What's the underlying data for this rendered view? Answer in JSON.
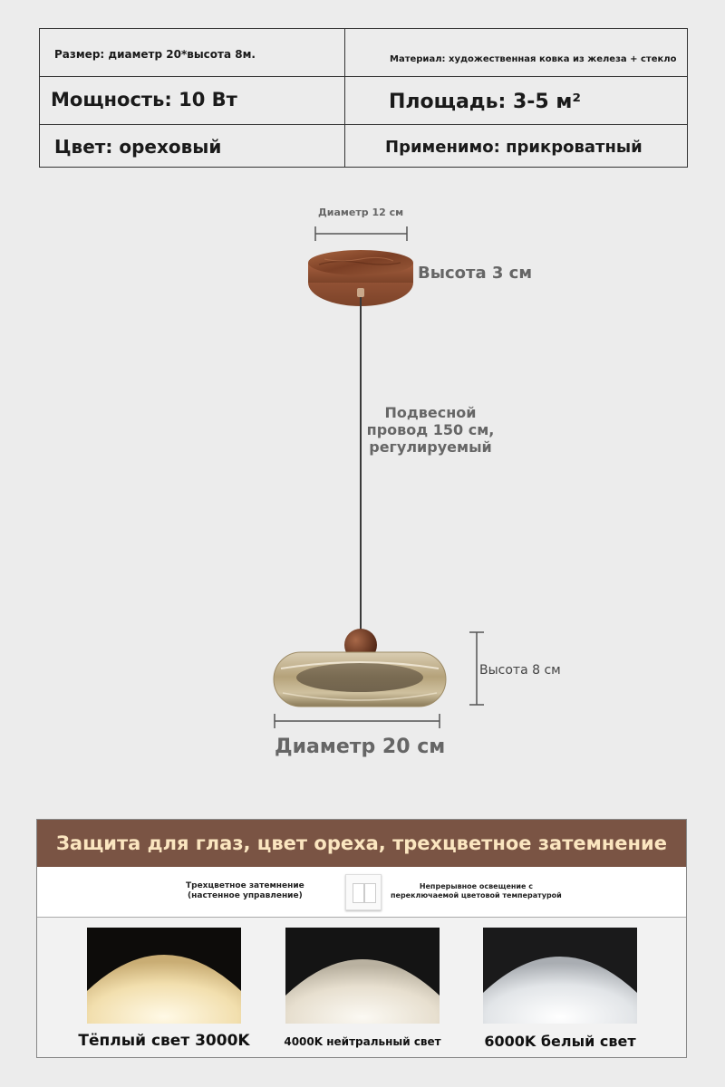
{
  "specs": {
    "size": "Размер: диаметр 20*высота 8м.",
    "material": "Материал: художественная ковка из железа + стекло",
    "power": "Мощность: 10 Вт",
    "area": "Площадь: 3-5 м²",
    "color": "Цвет: ореховый",
    "applicable": "Применимо: прикроватный"
  },
  "diagram": {
    "canopy_diameter": "Диаметр 12 см",
    "canopy_height": "Высота 3 см",
    "cable_line1": "Подвесной",
    "cable_line2": "провод 150 см,",
    "cable_line3": "регулируемый",
    "shade_height": "Высота 8 см",
    "shade_diameter": "Диаметр 20 см"
  },
  "panel": {
    "title": "Защита для глаз, цвет ореха, трехцветное затемнение",
    "dimming_line1": "Трехцветное затемнение",
    "dimming_line2": "(настенное управление)",
    "continuous_line1": "Непрерывное освещение с",
    "continuous_line2": "переключаемой цветовой температурой",
    "lights": [
      {
        "label": "Тёплый свет 3000K",
        "color": "#f5e4b8"
      },
      {
        "label": "4000K нейтральный свет",
        "color": "#ece4d2"
      },
      {
        "label": "6000K белый свет",
        "color": "#eceef0"
      }
    ]
  },
  "colors": {
    "walnut": "#8a4f34",
    "panel_header": "#7a5444",
    "panel_text": "#fbe6c0"
  }
}
